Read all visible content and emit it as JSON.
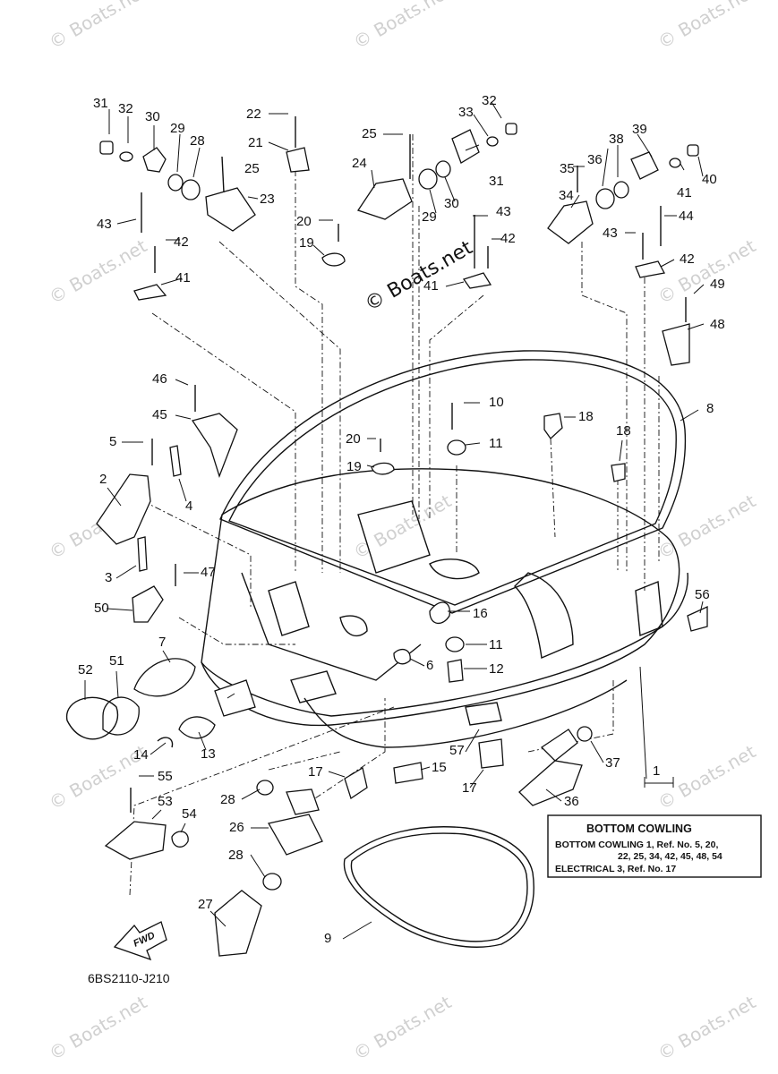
{
  "watermark": "© Boats.net",
  "center_watermark": "© Boats.net",
  "diagram_code": "6BS2110-J210",
  "fwd_label": "FWD",
  "box": {
    "title": "BOTTOM COWLING",
    "lines": [
      "BOTTOM COWLING 1,  Ref. No. 5, 20,",
      "22, 25, 34, 42, 45, 48, 54",
      "ELECTRICAL 3,  Ref. No. 17"
    ]
  },
  "callouts": [
    "1",
    "2",
    "3",
    "4",
    "5",
    "6",
    "7",
    "8",
    "9",
    "10",
    "11",
    "11",
    "12",
    "13",
    "14",
    "15",
    "16",
    "17",
    "17",
    "18",
    "18",
    "19",
    "19",
    "20",
    "20",
    "21",
    "22",
    "23",
    "24",
    "25",
    "25",
    "26",
    "27",
    "28",
    "28",
    "28",
    "29",
    "29",
    "30",
    "30",
    "31",
    "31",
    "32",
    "32",
    "33",
    "34",
    "35",
    "36",
    "36",
    "37",
    "38",
    "39",
    "40",
    "41",
    "41",
    "41",
    "42",
    "42",
    "42",
    "43",
    "43",
    "43",
    "44",
    "45",
    "46",
    "47",
    "48",
    "49",
    "50",
    "51",
    "52",
    "53",
    "54",
    "55",
    "56",
    "57"
  ]
}
